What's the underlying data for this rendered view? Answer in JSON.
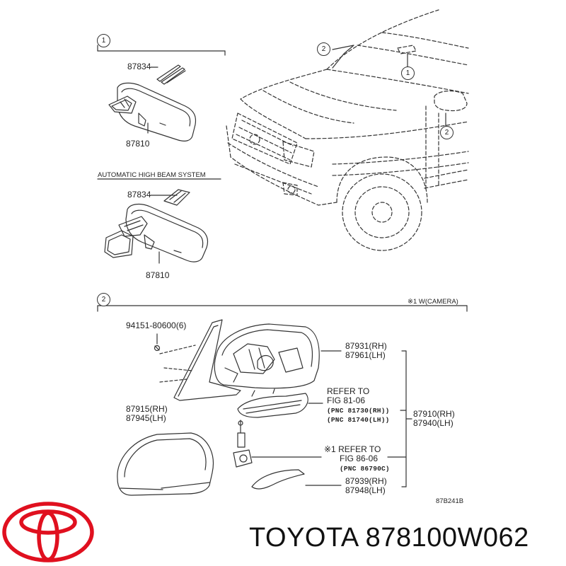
{
  "section1": {
    "badge": "1",
    "part_bracket": "87834",
    "part_mirror": "87810",
    "subtitle": "AUTOMATIC HIGH BEAM SYSTEM",
    "part_bracket_2": "87834",
    "part_mirror_2": "87810"
  },
  "vehicle": {
    "badge_top_left": "2",
    "badge_top_right": "1",
    "badge_side": "2"
  },
  "section2": {
    "badge": "2",
    "camera_note": "※1 W(CAMERA)",
    "screw_part": "94151-80600(6)",
    "glass_rh": "87931(RH)",
    "glass_lh": "87961(LH)",
    "refer_to": "REFER TO",
    "refer_fig": "FIG 81-06",
    "refer_pnc_rh": "(PNC 81730(RH))",
    "refer_pnc_lh": "(PNC 81740(LH))",
    "cover_rh": "87915(RH)",
    "cover_lh": "87945(LH)",
    "assy_rh": "87910(RH)",
    "assy_lh": "87940(LH)",
    "camera_refer": "※1 REFER TO",
    "camera_fig": "FIG 86-06",
    "camera_pnc": "(PNC 86790C)",
    "lamp_rh": "87939(RH)",
    "lamp_lh": "87948(LH)",
    "drawing_code": "87B241B"
  },
  "brand": {
    "logo_icon": "toyota-logo-icon",
    "logo_color": "#e0101f",
    "title": "TOYOTA 878100W062"
  }
}
